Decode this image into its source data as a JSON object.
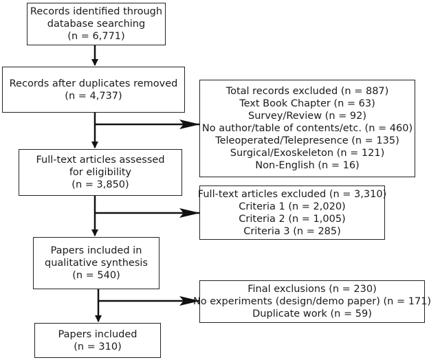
{
  "flow": {
    "identified": {
      "line1": "Records identified through",
      "line2": "database searching",
      "count": "(n = 6,771)"
    },
    "dedup": {
      "line1": "Records after duplicates removed",
      "count": "(n = 4,737)"
    },
    "excluded_total": {
      "title": "Total records excluded (n = 887)",
      "items": [
        "Text Book Chapter (n = 63)",
        "Survey/Review (n = 92)",
        "No author/table of contents/etc. (n = 460)",
        "Teleoperated/Telepresence (n = 135)",
        "Surgical/Exoskeleton (n = 121)",
        "Non-English (n = 16)"
      ]
    },
    "fulltext": {
      "line1": "Full-text articles assessed",
      "line2": "for eligibility",
      "count": "(n = 3,850)"
    },
    "fulltext_excluded": {
      "title": "Full-text articles excluded (n = 3,310)",
      "items": [
        "Criteria 1 (n = 2,020)",
        "Criteria 2 (n = 1,005)",
        "Criteria 3 (n = 285)"
      ]
    },
    "qualitative": {
      "line1": "Papers included in",
      "line2": "qualitative synthesis",
      "count": "(n = 540)"
    },
    "final_excluded": {
      "title": "Final exclusions (n = 230)",
      "items": [
        "No experiments (design/demo paper) (n = 171)",
        "Duplicate work (n = 59)"
      ]
    },
    "included": {
      "line1": "Papers included",
      "count": "(n = 310)"
    }
  }
}
